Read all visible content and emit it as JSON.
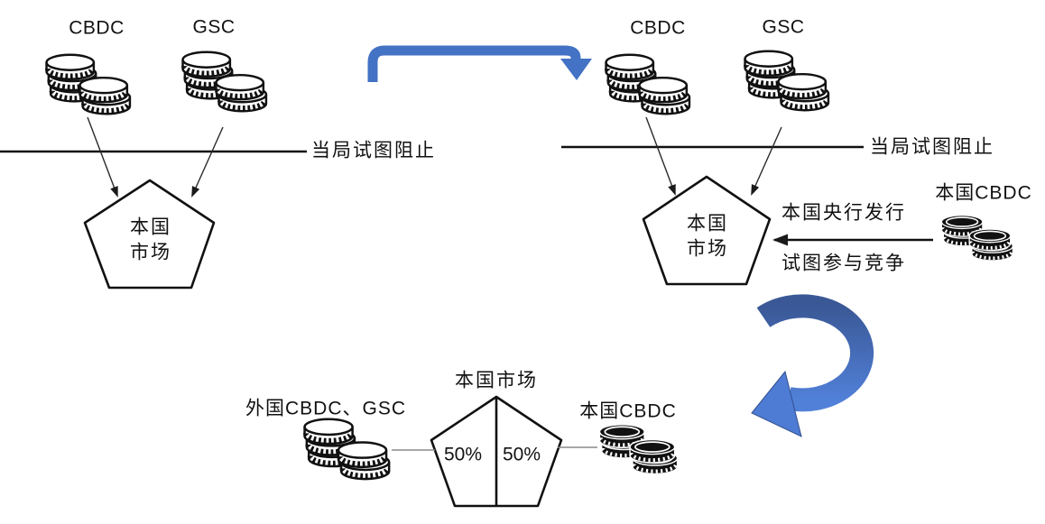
{
  "colors": {
    "arrow_blue": "#4472C4",
    "curved_arrow_dark": "#3A5896",
    "curved_arrow_light": "#5180D8",
    "line_black": "#111111",
    "connector_gray": "#8a8a8a"
  },
  "icons": {
    "coin_stack_outline": "coin-stack-icon",
    "coin_stack_filled": "black-coin-stack-icon",
    "top_flow_arrow": "elbow-right-arrow-icon",
    "cycle_arrow": "curved-left-arrow-icon"
  },
  "diagram": {
    "initial": {
      "cbdc_label": "CBDC",
      "gsc_label": "GSC",
      "market_label": "本国\n市场",
      "blocker_label": "当局试图阻止"
    },
    "response": {
      "cbdc_label": "CBDC",
      "gsc_label": "GSC",
      "market_label": "本国\n市场",
      "blocker_label": "当局试图阻止",
      "domestic_cbdc_label": "本国CBDC",
      "issuance_label": "本国央行发行",
      "competition_label": "试图参与竞争"
    },
    "outcome": {
      "market_label": "本国市场",
      "foreign_label": "外国CBDC、GSC",
      "domestic_label": "本国CBDC",
      "left_share": "50%",
      "right_share": "50%"
    }
  }
}
